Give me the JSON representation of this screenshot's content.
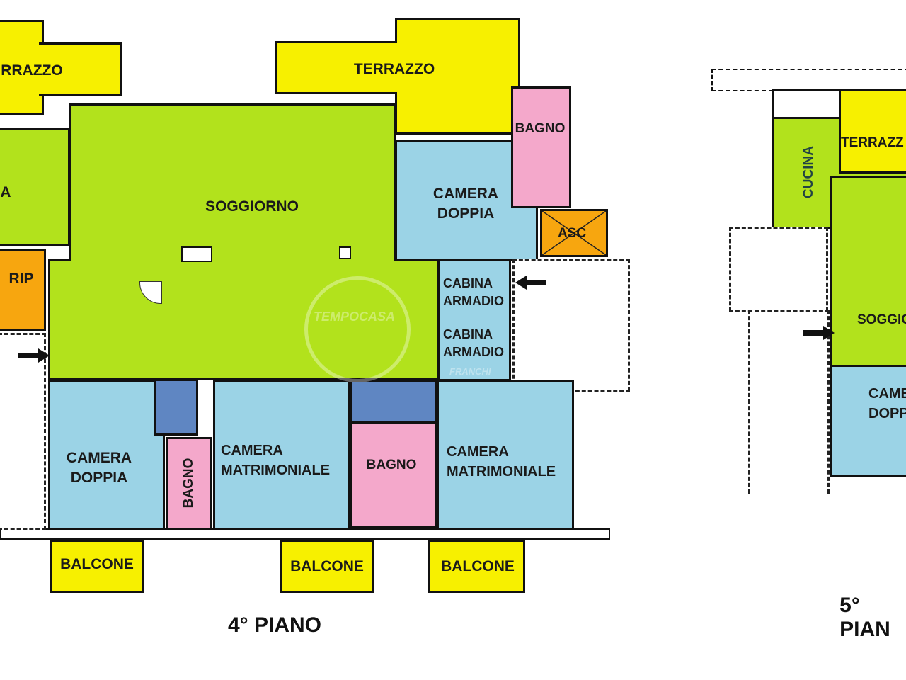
{
  "floor_4": {
    "title": "4° PIANO",
    "rooms": {
      "terrazzo_left": "RRAZZO",
      "terrazzo_top": "TERRAZZO",
      "left_room": "A",
      "rip": "RIP",
      "soggiorno": "SOGGIORNO",
      "camera_doppia_top": "CAMERA\nDOPPIA",
      "bagno_top": "BAGNO",
      "asc": "ASC",
      "cabina_1": "CABINA\nARMADIO",
      "cabina_2": "CABINA\nARMADIO",
      "camera_doppia_bottom": "CAMERA\nDOPPIA",
      "bagno_small": "BAGNO",
      "camera_matrimoniale_1": "CAMERA\nMATRIMONIALE",
      "bagno_center": "BAGNO",
      "camera_matrimoniale_2": "CAMERA\nMATRIMONIALE",
      "balcone_1": "BALCONE",
      "balcone_2": "BALCONE",
      "balcone_3": "BALCONE"
    }
  },
  "floor_5": {
    "title": "5° PIAN",
    "rooms": {
      "terrazzo": "TERRAZZ",
      "cucina": "CUCINA",
      "soggiorno": "SOGGIO",
      "camera": "CAME\nDOPP"
    }
  },
  "watermark": {
    "brand": "TEMPOCASA",
    "sub": "FRANCHI"
  },
  "colors": {
    "terrace": "#f7f000",
    "living": "#b2e21c",
    "bedroom": "#9bd3e6",
    "bathroom": "#f4a8cb",
    "utility": "#f7a60f",
    "hall": "#5f86c2"
  }
}
